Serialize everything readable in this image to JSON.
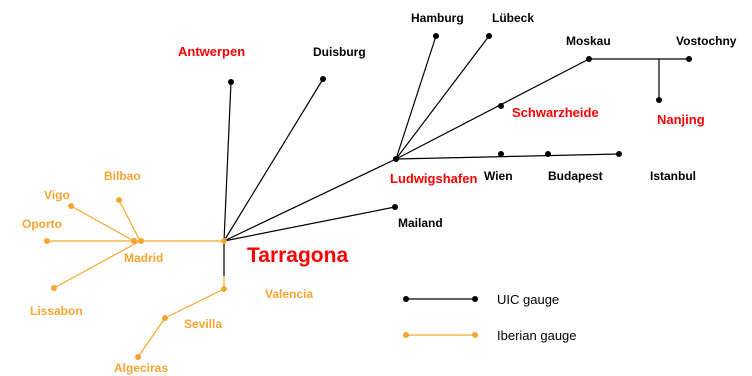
{
  "colors": {
    "uic": "#000000",
    "iberian": "#F7A530",
    "highlight": "#FF0000"
  },
  "title": "Tarragona",
  "places": {
    "tarragona": "Tarragona",
    "antwerpen": "Antwerpen",
    "duisburg": "Duisburg",
    "hamburg": "Hamburg",
    "luebeck": "Lübeck",
    "moskau": "Moskau",
    "vostochny": "Vostochny",
    "nanjing": "Nanjing",
    "schwarzheide": "Schwarzheide",
    "ludwigshafen": "Ludwigshafen",
    "wien": "Wien",
    "budapest": "Budapest",
    "istanbul": "Istanbul",
    "mailand": "Mailand",
    "bilbao": "Bilbao",
    "vigo": "Vigo",
    "oporto": "Oporto",
    "madrid": "Madrid",
    "lissabon": "Lissabon",
    "valencia": "Valencia",
    "sevilla": "Sevilla",
    "algeciras": "Algeciras"
  },
  "legend": {
    "uic": "UIC gauge",
    "iberian": "Iberian gauge"
  }
}
